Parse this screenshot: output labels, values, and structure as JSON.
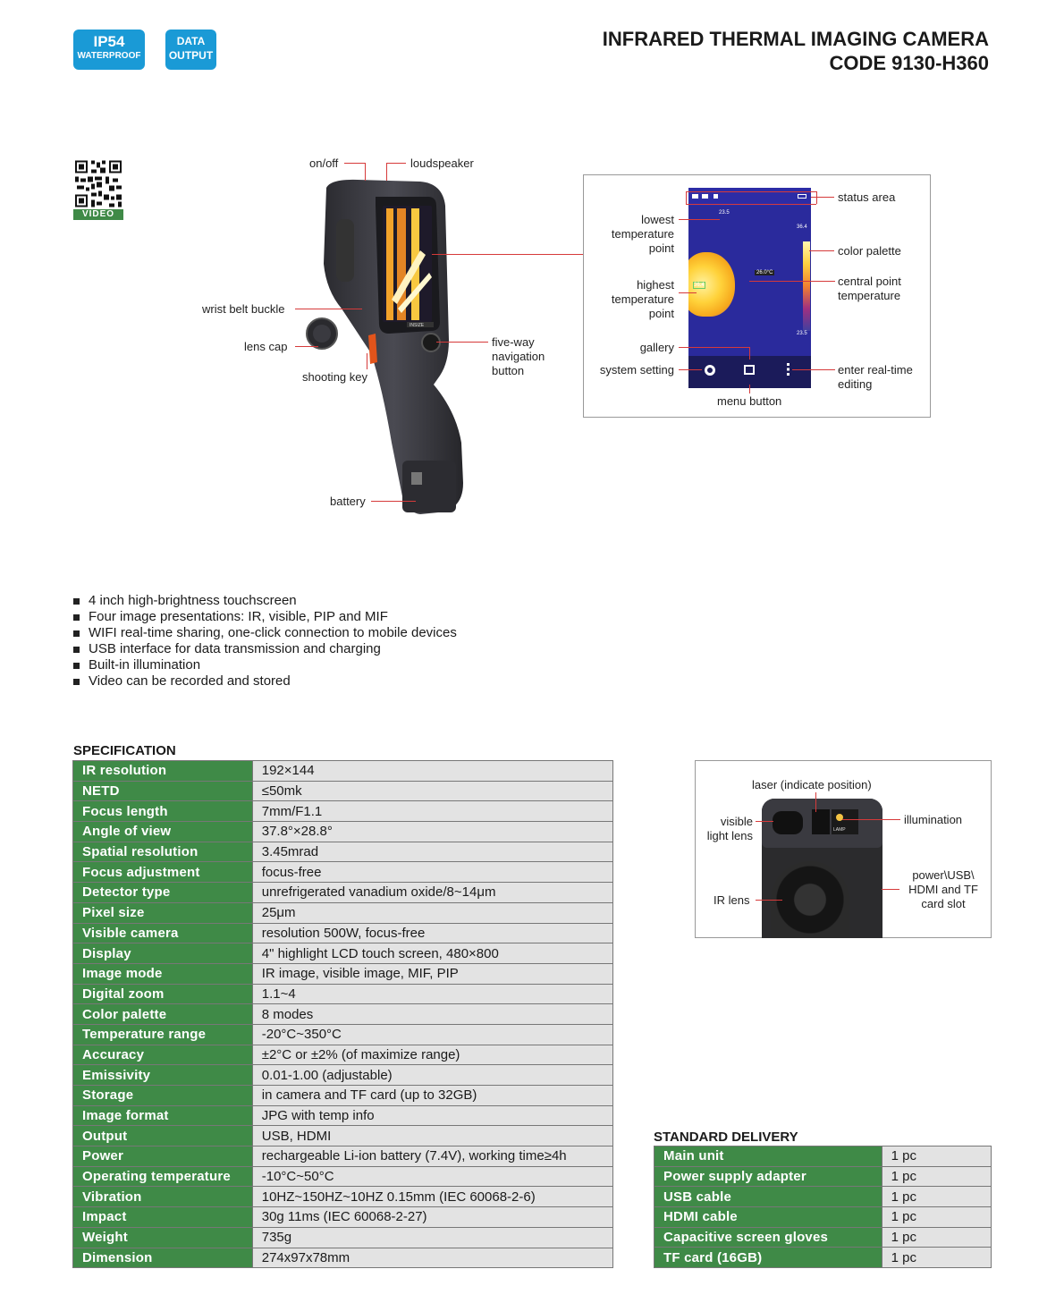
{
  "badges": {
    "ip": {
      "line1": "IP54",
      "line2": "WATERPROOF"
    },
    "data": {
      "line1": "DATA",
      "line2": "OUTPUT"
    }
  },
  "header": {
    "title_line1": "INFRARED THERMAL IMAGING CAMERA",
    "title_line2": "CODE 9130-H360"
  },
  "qr_label": "VIDEO",
  "camera_callouts": {
    "on_off": "on/off",
    "loudspeaker": "loudspeaker",
    "wrist_belt": "wrist belt buckle",
    "lens_cap": "lens cap",
    "shooting_key": "shooting key",
    "five_way": "five-way navigation button",
    "battery": "battery"
  },
  "screen_callouts": {
    "status_area": "status area",
    "lowest_temp": "lowest temperature point",
    "color_palette": "color palette",
    "highest_temp": "highest temperature point",
    "central_point": "central point temperature",
    "gallery": "gallery",
    "system_setting": "system setting",
    "enter_realtime": "enter real-time editing",
    "menu_button": "menu button"
  },
  "screen_readouts": {
    "low": "23.5",
    "high": "36.4",
    "center": "26.0°C",
    "palette_top": "36.4",
    "palette_bottom": "23.5"
  },
  "features": [
    "4 inch high-brightness touchscreen",
    "Four image presentations: IR, visible, PIP and MIF",
    "WIFI real-time sharing, one-click connection to mobile devices",
    "USB interface for data transmission and charging",
    "Built-in illumination",
    "Video can be recorded and stored"
  ],
  "specification": {
    "title": "SPECIFICATION",
    "rows": [
      [
        "IR resolution",
        "192×144"
      ],
      [
        "NETD",
        "≤50mk"
      ],
      [
        "Focus length",
        "7mm/F1.1"
      ],
      [
        "Angle of view",
        "37.8°×28.8°"
      ],
      [
        "Spatial resolution",
        "3.45mrad"
      ],
      [
        "Focus adjustment",
        "focus-free"
      ],
      [
        "Detector type",
        "unrefrigerated vanadium oxide/8~14μm"
      ],
      [
        "Pixel size",
        "25μm"
      ],
      [
        "Visible camera",
        "resolution 500W, focus-free"
      ],
      [
        "Display",
        "4\" highlight LCD touch screen, 480×800"
      ],
      [
        "Image mode",
        "IR image, visible image, MIF, PIP"
      ],
      [
        "Digital zoom",
        "1.1~4"
      ],
      [
        "Color palette",
        "8 modes"
      ],
      [
        "Temperature range",
        "-20°C~350°C"
      ],
      [
        "Accuracy",
        "±2°C or ±2% (of maximize range)"
      ],
      [
        "Emissivity",
        "0.01-1.00 (adjustable)"
      ],
      [
        "Storage",
        "in camera and TF card (up to 32GB)"
      ],
      [
        "Image format",
        "JPG with temp info"
      ],
      [
        "Output",
        "USB, HDMI"
      ],
      [
        "Power",
        "rechargeable Li-ion battery (7.4V), working time≥4h"
      ],
      [
        "Operating temperature",
        "-10°C~50°C"
      ],
      [
        "Vibration",
        "10HZ~150HZ~10HZ 0.15mm (IEC 60068-2-6)"
      ],
      [
        "Impact",
        "30g 11ms (IEC 60068-2-27)"
      ],
      [
        "Weight",
        "735g"
      ],
      [
        "Dimension",
        "274x97x78mm"
      ]
    ]
  },
  "lens_callouts": {
    "laser": "laser  (indicate position)",
    "visible_lens": "visible light lens",
    "illumination": "illumination",
    "ir_lens": "IR lens",
    "ports": "power\\USB\\ HDMI and TF card slot",
    "lamp": "LAMP"
  },
  "standard_delivery": {
    "title": "STANDARD DELIVERY",
    "rows": [
      [
        "Main unit",
        "1 pc"
      ],
      [
        "Power supply adapter",
        "1 pc"
      ],
      [
        "USB cable",
        "1 pc"
      ],
      [
        "HDMI cable",
        "1 pc"
      ],
      [
        "Capacitive screen gloves",
        "1 pc"
      ],
      [
        "TF card (16GB)",
        "1 pc"
      ]
    ]
  },
  "brand": "INSIZE",
  "colors": {
    "badge_blue": "#1a9ad6",
    "table_green": "#3f8a47",
    "value_gray": "#e3e3e3",
    "callout_red": "#d63a3a"
  }
}
